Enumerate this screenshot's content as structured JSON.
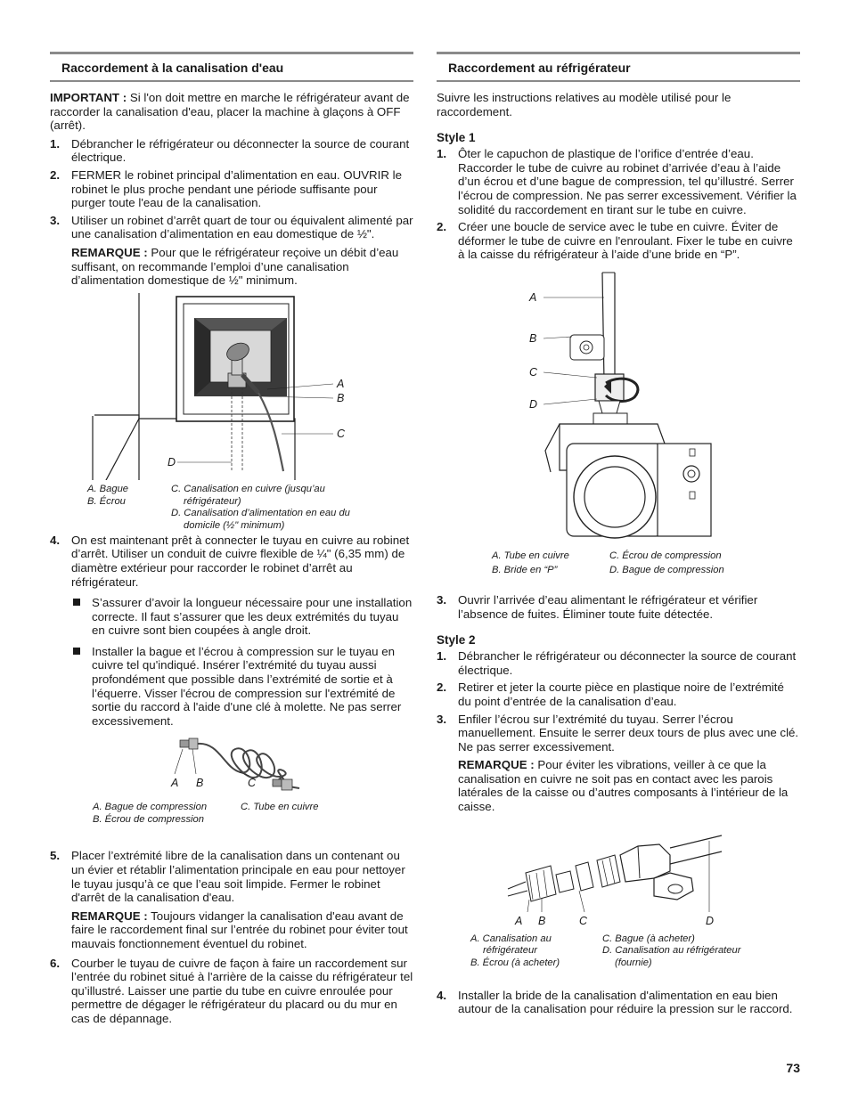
{
  "left": {
    "heading": "Raccordement à la canalisation d'eau",
    "important_label": "IMPORTANT :",
    "important_text": " Si l'on doit mettre en marche le réfrigérateur avant de raccorder la canalisation d'eau, placer la machine à glaçons à OFF (arrêt).",
    "steps": [
      {
        "num": "1.",
        "text": "Débrancher le réfrigérateur ou déconnecter la source de courant électrique."
      },
      {
        "num": "2.",
        "text": "FERMER le robinet principal d’alimentation en eau. OUVRIR le robinet le plus proche pendant une période suffisante pour purger toute l'eau de la canalisation."
      },
      {
        "num": "3.",
        "text": "Utiliser un robinet d’arrêt quart de tour ou équivalent alimenté par une canalisation d’alimentation en eau domestique de ½\"."
      }
    ],
    "note1_label": "REMARQUE :",
    "note1_text": " Pour que le réfrigérateur reçoive un débit d’eau suffisant, on recommande l’emploi d’une canalisation d’alimentation domestique de ½\" minimum.",
    "fig1": {
      "labels": [
        "A",
        "B",
        "C",
        "D"
      ],
      "legend": [
        "A. Bague",
        "B. Écrou",
        "C. Canalisation en cuivre (jusqu’au",
        "réfrigérateur)",
        "D. Canalisation d’alimentation en eau du",
        "domicile (½\" minimum)"
      ]
    },
    "step4": {
      "num": "4.",
      "text": "On est maintenant prêt à connecter le tuyau en cuivre au robinet d’arrêt. Utiliser un conduit de cuivre flexible de ¼\" (6,35 mm) de diamètre extérieur pour raccorder le robinet d’arrêt au réfrigérateur."
    },
    "bullets": [
      "S’assurer d’avoir la longueur nécessaire pour une installation correcte. Il faut s’assurer que les deux extrémités du tuyau en cuivre sont bien coupées à angle droit.",
      "Installer la bague et l’écrou à compression sur le tuyau en cuivre tel qu'indiqué. Insérer l’extrémité du tuyau aussi profondément que possible dans l’extrémité de sortie et à l’équerre. Visser l'écrou de compression sur l'extrémité de sortie du raccord à l'aide d'une clé à molette. Ne pas serrer excessivement."
    ],
    "fig2": {
      "labels": [
        "A",
        "B",
        "C"
      ],
      "legend": [
        "A. Bague de compression",
        "B. Écrou de compression",
        "C. Tube en cuivre"
      ]
    },
    "step5": {
      "num": "5.",
      "text": "Placer l’extrémité libre de la canalisation dans un contenant ou un évier et rétablir l’alimentation principale en eau pour nettoyer le tuyau jusqu’à ce que l’eau soit limpide. Fermer le robinet d'arrêt de la canalisation d'eau."
    },
    "note2_label": "REMARQUE :",
    "note2_text": " Toujours vidanger la canalisation d'eau avant de faire le raccordement final sur l’entrée du robinet pour éviter tout mauvais fonctionnement éventuel du robinet.",
    "step6": {
      "num": "6.",
      "text": "Courber le tuyau de cuivre de façon à faire un raccordement sur l’entrée du robinet situé à l'arrière de la caisse du réfrigérateur tel qu’illustré. Laisser une partie du tube en cuivre enroulée pour permettre de dégager le réfrigérateur du placard ou du mur en cas de dépannage."
    }
  },
  "right": {
    "heading": "Raccordement au réfrigérateur",
    "intro": "Suivre les instructions relatives au modèle utilisé pour le raccordement.",
    "style1_title": "Style 1",
    "style1_steps": [
      {
        "num": "1.",
        "text": "Ôter le capuchon de plastique de l’orifice d’entrée d’eau. Raccorder le tube de cuivre au robinet d’arrivée d’eau à l’aide d’un écrou et d’une bague de compression, tel qu’illustré. Serrer l’écrou de compression. Ne pas serrer excessivement. Vérifier la solidité du raccordement en tirant sur le tube en cuivre."
      },
      {
        "num": "2.",
        "text": "Créer une boucle de service avec le tube en cuivre. Éviter de déformer le tube de cuivre en l'enroulant. Fixer le tube en cuivre à la caisse du réfrigérateur à l’aide d’une bride en “P”."
      }
    ],
    "fig3": {
      "labels": [
        "A",
        "B",
        "C",
        "D"
      ],
      "legend": [
        "A. Tube en cuivre",
        "B. Bride en “P”",
        "C. Écrou de compression",
        "D. Bague de compression"
      ]
    },
    "style1_step3": {
      "num": "3.",
      "text": "Ouvrir l’arrivée d’eau alimentant le réfrigérateur et vérifier l’absence de fuites. Éliminer toute fuite détectée."
    },
    "style2_title": "Style 2",
    "style2_steps": [
      {
        "num": "1.",
        "text": "Débrancher le réfrigérateur ou déconnecter la source de courant électrique."
      },
      {
        "num": "2.",
        "text": "Retirer et jeter la courte pièce en plastique noire de l’extrémité du point d’entrée de la canalisation d’eau."
      },
      {
        "num": "3.",
        "text": "Enfiler l’écrou sur l’extrémité du tuyau. Serrer l’écrou manuellement. Ensuite le serrer deux tours de plus avec une clé. Ne pas serrer excessivement."
      }
    ],
    "note3_label": "REMARQUE :",
    "note3_text": " Pour éviter les vibrations, veiller à ce que la canalisation en cuivre ne soit pas en contact avec les parois latérales de la caisse ou d’autres composants à l’intérieur de la caisse.",
    "fig4": {
      "labels": [
        "A",
        "B",
        "C",
        "D"
      ],
      "legend": [
        "A. Canalisation au",
        "réfrigérateur",
        "B. Écrou (à acheter)",
        "C. Bague (à acheter)",
        "D. Canalisation au réfrigérateur",
        "(fournie)"
      ]
    },
    "style2_step4": {
      "num": "4.",
      "text": "Installer la bride de la canalisation d'alimentation en eau bien autour de la canalisation pour réduire la pression sur le raccord."
    }
  },
  "page_number": "73"
}
